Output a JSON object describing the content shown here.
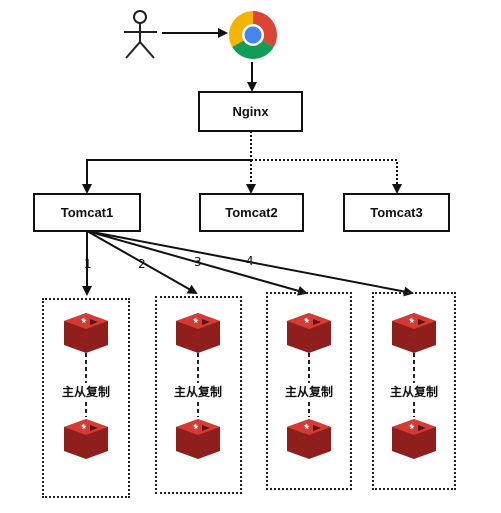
{
  "nodes": {
    "nginx": "Nginx",
    "tomcat1": "Tomcat1",
    "tomcat2": "Tomcat2",
    "tomcat3": "Tomcat3"
  },
  "icons": {
    "user": "stick-figure-user-icon",
    "browser": "chrome-browser-icon",
    "cache": "redis-icon"
  },
  "colors": {
    "redis_red": "#c8302b",
    "redis_dark": "#8e1f1c",
    "chrome_red": "#db4437",
    "chrome_yellow": "#f4b400",
    "chrome_green": "#0f9d58",
    "chrome_blue": "#4285f4"
  },
  "groups": [
    {
      "caption": "主从复制",
      "route": "1"
    },
    {
      "caption": "主从复制",
      "route": "2"
    },
    {
      "caption": "主从复制",
      "route": "3"
    },
    {
      "caption": "主从复制",
      "route": "4"
    }
  ]
}
